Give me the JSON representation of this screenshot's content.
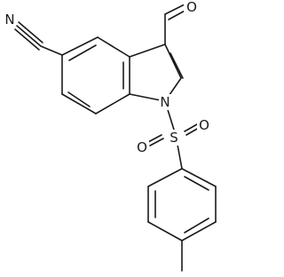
{
  "molecule": {
    "atom_labels": {
      "nitrile_n": "N",
      "aldehyde_o": "O",
      "indole_n": "N",
      "sulfur": "S",
      "sulfonyl_o_left": "O",
      "sulfonyl_o_right": "O"
    },
    "bond_color": "#1a1a1a",
    "background": "#ffffff"
  }
}
